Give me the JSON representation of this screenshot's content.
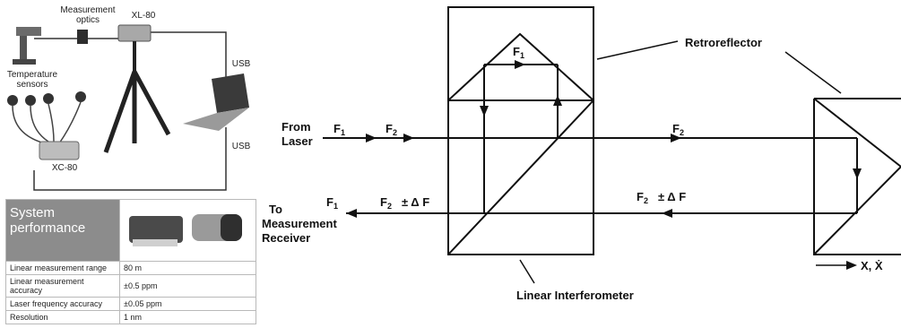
{
  "setup_photo": {
    "labels": {
      "measurement_optics": "Measurement optics",
      "xl80": "XL-80",
      "temperature_sensors": "Temperature sensors",
      "usb_top": "USB",
      "usb_bottom": "USB",
      "xc80": "XC-80"
    }
  },
  "spec_table": {
    "header": "System performance",
    "rows": [
      {
        "label": "Linear measurement range",
        "value": "80 m"
      },
      {
        "label": "Linear measurement accuracy",
        "value": "±0.5 ppm"
      },
      {
        "label": "Laser frequency accuracy",
        "value": "±0.05 ppm"
      },
      {
        "label": "Resolution",
        "value": "1 nm"
      }
    ]
  },
  "diagram": {
    "from_laser": [
      "From",
      "Laser"
    ],
    "to_receiver": [
      "To",
      "Measurement",
      "Receiver"
    ],
    "f1": "F",
    "f1_sub": "1",
    "f2": "F",
    "f2_sub": "2",
    "pm_delta": "± Δ F",
    "retroreflector": "Retroreflector",
    "linear_interferometer": "Linear Interferometer",
    "motion": "X, Ẋ"
  }
}
